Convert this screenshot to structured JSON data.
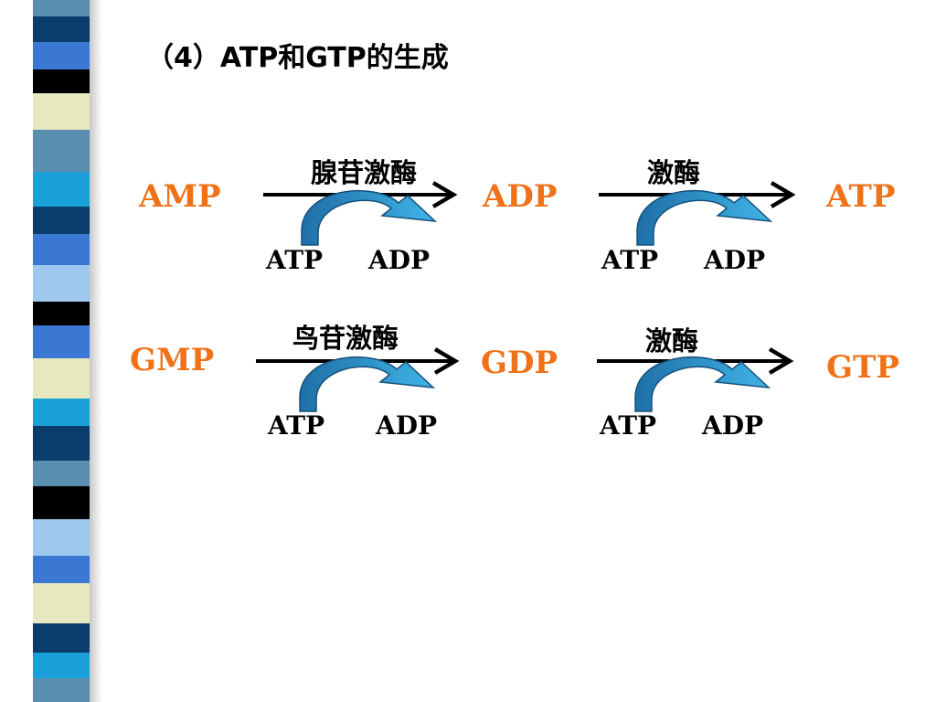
{
  "title": "（4）ATP和GTP的生成",
  "colors": {
    "species": "#f07218",
    "reaction_arrow": "#000000",
    "curved_arrow_dark": "#1f6fa8",
    "curved_arrow_light": "#3fb4e6"
  },
  "row1": {
    "substrate": "AMP",
    "intermediate": "ADP",
    "product": "ATP",
    "step1": {
      "enzyme": "腺苷激酶",
      "cofactor_in": "ATP",
      "cofactor_out": "ADP"
    },
    "step2": {
      "enzyme": "激酶",
      "cofactor_in": "ATP",
      "cofactor_out": "ADP"
    }
  },
  "row2": {
    "substrate": "GMP",
    "intermediate": "GDP",
    "product": "GTP",
    "step1": {
      "enzyme": "鸟苷激酶",
      "cofactor_in": "ATP",
      "cofactor_out": "ADP"
    },
    "step2": {
      "enzyme": "激酶",
      "cofactor_in": "ATP",
      "cofactor_out": "ADP"
    }
  }
}
